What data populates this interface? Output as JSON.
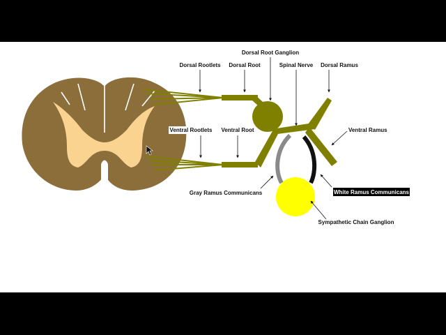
{
  "labels": {
    "dorsal_root_ganglion": "Dorsal Root Ganglion",
    "dorsal_rootlets": "Dorsal Rootlets",
    "dorsal_root": "Dorsal Root",
    "spinal_nerve": "Spinal Nerve",
    "dorsal_ramus": "Dorsal Ramus",
    "ventral_rootlets": "Ventral Rootlets",
    "ventral_root": "Ventral Root",
    "ventral_ramus": "Ventral Ramus",
    "gray_ramus": "Gray Ramus Communicans",
    "white_ramus": "White Ramus Communicans",
    "sympathetic_ganglion": "Sympathetic Chain Ganglion"
  },
  "colors": {
    "white_matter": "#8b6e3a",
    "gray_matter": "#fbd391",
    "nerve": "#808000",
    "gray_ramus": "#8a8a8a",
    "white_ramus": "#111111",
    "ganglion": "#ffff00",
    "frame": "#000000"
  },
  "icons": {
    "cursor": "mouse-pointer-icon"
  }
}
